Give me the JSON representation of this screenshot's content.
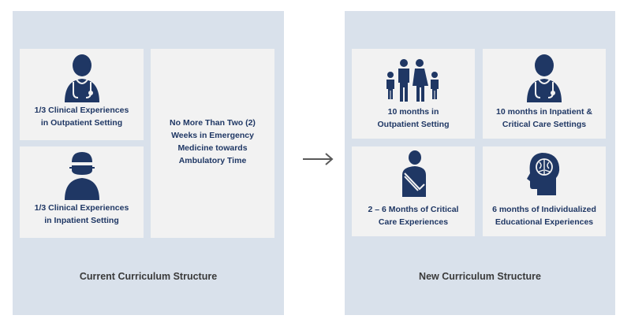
{
  "colors": {
    "panel_bg": "#d9e1eb",
    "card_bg": "#f2f2f2",
    "icon_navy": "#1f3764",
    "text_navy": "#1f3764",
    "title_gray": "#3a3a3a",
    "arrow_gray": "#595959"
  },
  "current": {
    "title": "Current Curriculum Structure",
    "cards": [
      {
        "text": "1/3 Clinical Experiences in Outpatient Setting",
        "icon": "doctor-icon"
      },
      {
        "text": "1/3 Clinical Experiences in Inpatient Setting",
        "icon": "surgeon-icon"
      },
      {
        "text": "No More Than Two (2) Weeks in Emergency Medicine towards Ambulatory Time",
        "icon": ""
      }
    ]
  },
  "new": {
    "title": "New Curriculum Structure",
    "cards": [
      {
        "text": "10 months in Outpatient Setting",
        "icon": "family-icon"
      },
      {
        "text": "10 months in Inpatient & Critical Care Settings",
        "icon": "doctor-icon"
      },
      {
        "text": "2 – 6 Months of Critical Care Experiences",
        "icon": "injured-patient-icon"
      },
      {
        "text": "6 months of Individualized Educational Experiences",
        "icon": "brain-head-icon"
      }
    ]
  },
  "arrow_icon": "arrow-right-icon"
}
